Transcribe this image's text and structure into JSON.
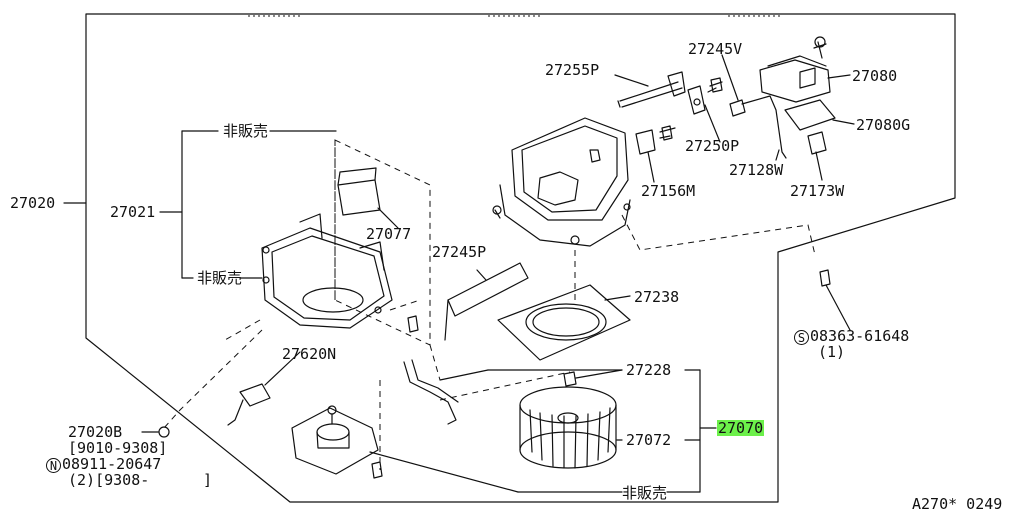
{
  "labels": {
    "p27020": "27020",
    "p27021": "27021",
    "p27077": "27077",
    "p27255P": "27255P",
    "p27245V": "27245V",
    "p27080": "27080",
    "p27080G": "27080G",
    "p27250P": "27250P",
    "p27156M": "27156M",
    "p27128W": "27128W",
    "p27173W": "27173W",
    "p27245P": "27245P",
    "p27238": "27238",
    "p27620N": "27620N",
    "p27228": "27228",
    "p27070": "27070",
    "p27072": "27072",
    "p27020B": "27020B",
    "p27020B_range": "[9010-9308]",
    "n08911_code": "08911-20647",
    "n08911_sub": "(2)[9308-",
    "n08911_end": "]",
    "s08363_code": "08363-61648",
    "s08363_qty": "(1)",
    "circle_s": "S",
    "circle_n": "N",
    "not_for_sale_top": "非販売",
    "not_for_sale_mid": "非販売",
    "not_for_sale_bottom": "非販売",
    "diagram_code": "A270* 0249"
  },
  "colors": {
    "line": "#111111",
    "highlight": "#6cf04a",
    "background": "#ffffff"
  }
}
